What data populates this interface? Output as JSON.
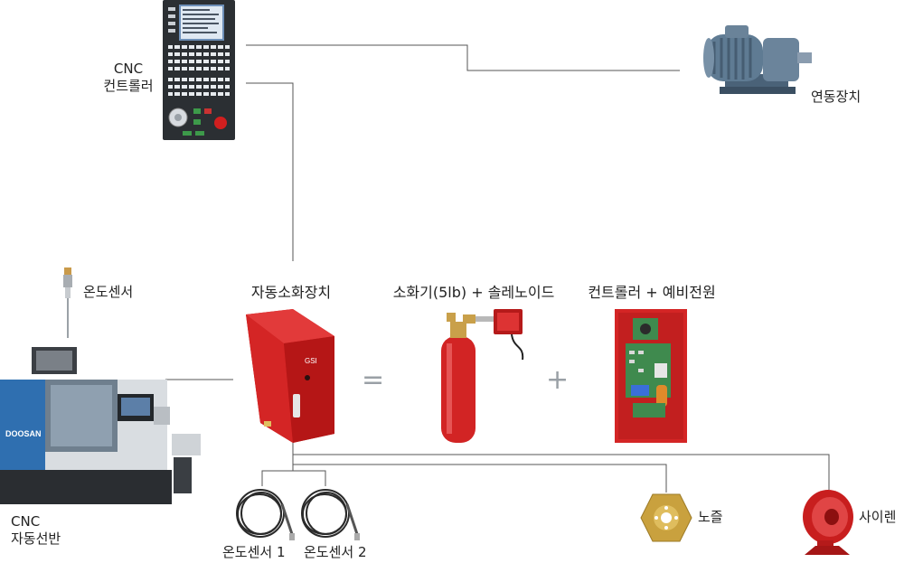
{
  "labels": {
    "cnc_controller": [
      "CNC",
      "컨트롤러"
    ],
    "drive_unit": "연동장치",
    "temp_sensor": "온도센서",
    "auto_extinguisher": "자동소화장치",
    "extinguisher_solenoid": "소화기(5lb) + 솔레노이드",
    "controller_backup": "컨트롤러 + 예비전원",
    "cnc_lathe": [
      "CNC",
      "자동선반"
    ],
    "temp_sensor_1": "온도센서 1",
    "temp_sensor_2": "온도센서 2",
    "nozzle": "노즐",
    "siren": "사이렌"
  },
  "symbols": {
    "equals": "=",
    "plus": "+"
  },
  "panel_text": {
    "brand": "DOOSAN",
    "display": "GSI"
  },
  "colors": {
    "line": "#555555",
    "red": "#d42525",
    "dark_red": "#9b1414",
    "panel": "#2b2f33",
    "machine_blue": "#2f6fb0"
  }
}
